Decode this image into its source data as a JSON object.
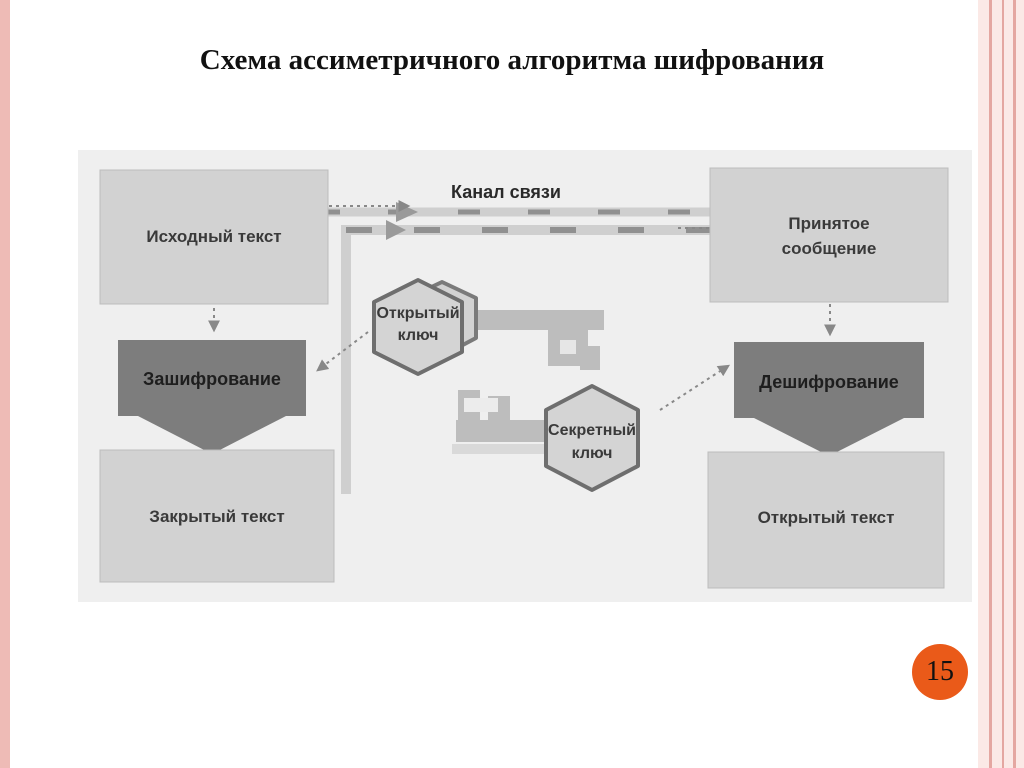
{
  "slide": {
    "title": "Схема ассиметричного алгоритма шифрования",
    "page_number": "15"
  },
  "diagram": {
    "source_text": "Исходный текст",
    "channel": "Канал связи",
    "received_line1": "Принятое",
    "received_line2": "сообщение",
    "encryption": "Зашифрование",
    "decryption": "Дешифрование",
    "public_key_line1": "Открытый",
    "public_key_line2": "ключ",
    "secret_key_line1": "Секретный",
    "secret_key_line2": "ключ",
    "cipher_text": "Закрытый текст",
    "plain_text": "Открытый текст"
  },
  "colors": {
    "accent_badge": "#ea5a19",
    "slide_border": "#eebbb6",
    "box_light": "#d2d2d2",
    "box_dark": "#7d7d7d"
  }
}
